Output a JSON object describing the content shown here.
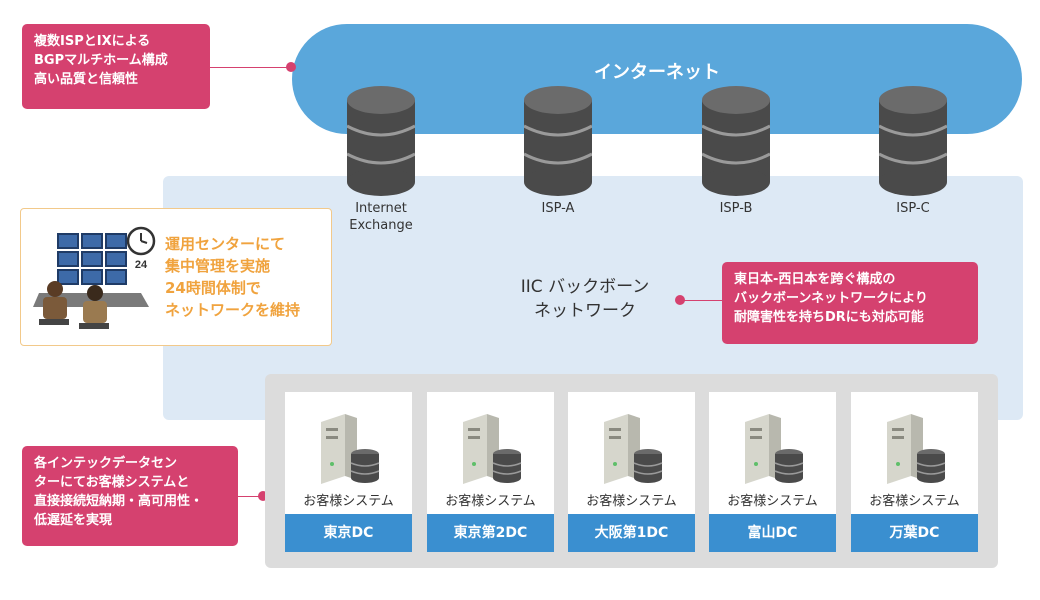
{
  "internet": {
    "label": "インターネット"
  },
  "nodes": [
    {
      "label": "Internet Exchange"
    },
    {
      "label": "ISP-A"
    },
    {
      "label": "ISP-B"
    },
    {
      "label": "ISP-C"
    }
  ],
  "callouts": {
    "multihome": {
      "lines": [
        "複数ISPとIXによる",
        "BGPマルチホーム構成",
        "高い品質と信頼性"
      ]
    },
    "backbone_dr": {
      "lines": [
        "東日本-西日本を跨ぐ構成の",
        "バックボーンネットワークにより",
        "耐障害性を持ちDRにも対応可能"
      ]
    },
    "dc_direct": {
      "lines": [
        "各インテックデータセン",
        "ターにてお客様システムと",
        "直接接続短納期・高可用性・",
        "低遅延を実現"
      ]
    }
  },
  "ops": {
    "lines": [
      "運用センターにて",
      "集中管理を実施",
      "24時間体制で",
      "ネットワークを維持"
    ],
    "clock_badge": "24"
  },
  "backbone": {
    "lines": [
      "IIC バックボーン",
      "ネットワーク"
    ]
  },
  "datacenters": [
    {
      "system_label": "お客様システム",
      "name": "東京DC"
    },
    {
      "system_label": "お客様システム",
      "name": "東京第2DC"
    },
    {
      "system_label": "お客様システム",
      "name": "大阪第1DC"
    },
    {
      "system_label": "お客様システム",
      "name": "富山DC"
    },
    {
      "system_label": "お客様システム",
      "name": "万葉DC"
    }
  ],
  "colors": {
    "internet": "#5aa7db",
    "backbone": "#dde9f5",
    "callout": "#d5416f",
    "ops_text": "#f0a33e",
    "dc_bar": "#3a8fd0"
  }
}
